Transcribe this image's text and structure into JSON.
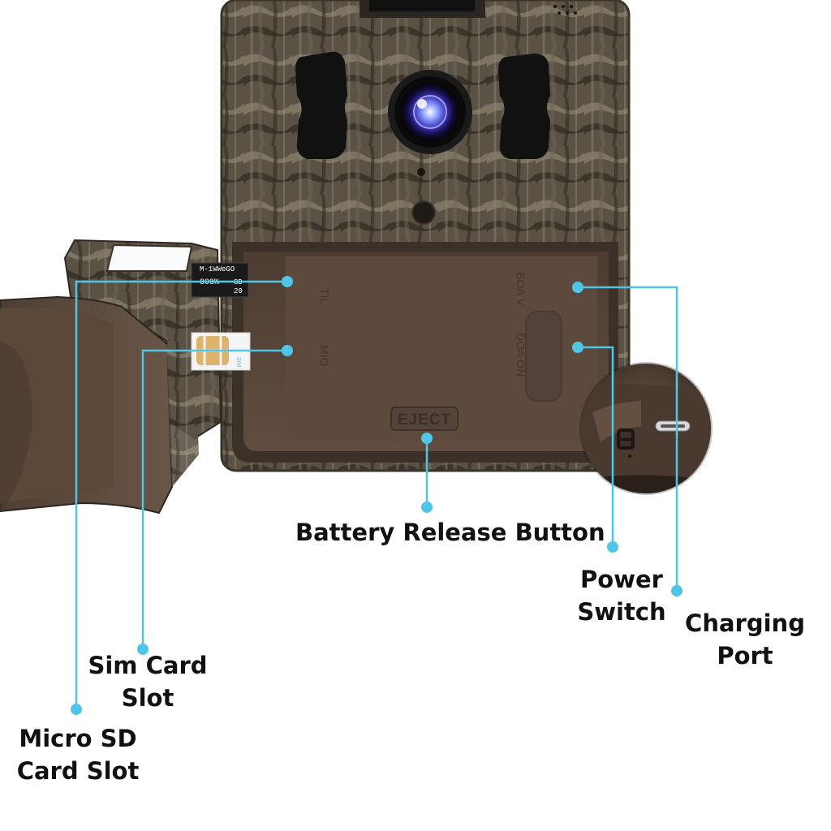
{
  "sd_card": {
    "line1": "M-1WWeGO",
    "line2": "808%",
    "mark_a": "SD",
    "mark_b": "20"
  },
  "sim_card": {
    "mark": "SIM"
  },
  "battery_door": {
    "eject_label": "EJECT",
    "emboss_left_top": "TIL",
    "emboss_left_bottom": "MIO",
    "emboss_right_top": "BOA V",
    "emboss_right_bottom": "DOA ON"
  },
  "colors": {
    "leader_line": "#4fc6e8",
    "camo_base": "#5a5244",
    "door_brown": "#5e4a3d",
    "lens_blue": "#3a2fb8"
  },
  "callouts": {
    "battery_release": {
      "line1": "Battery Release Button"
    },
    "power_switch": {
      "line1": "Power",
      "line2": "Switch"
    },
    "charging_port": {
      "line1": "Charging",
      "line2": "Port"
    },
    "sim_card_slot": {
      "line1": "Sim Card",
      "line2": "Slot"
    },
    "micro_sd_slot": {
      "line1": "Micro SD",
      "line2": "Card Slot"
    }
  }
}
